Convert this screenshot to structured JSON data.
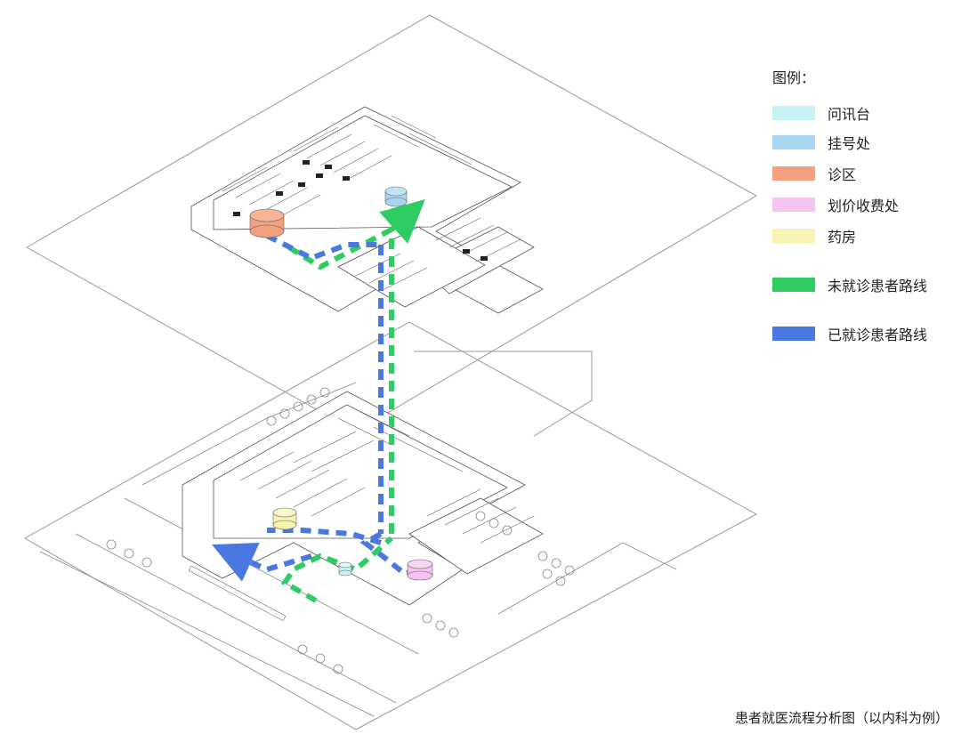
{
  "legend": {
    "title": "图例：",
    "items": [
      {
        "label": "问讯台",
        "color": "#c7f3f4"
      },
      {
        "label": "挂号处",
        "color": "#a9d5f2"
      },
      {
        "label": "诊区",
        "color": "#f2a07e"
      },
      {
        "label": "划价收费处",
        "color": "#f6c2ef"
      },
      {
        "label": "药房",
        "color": "#f8f4b0"
      },
      {
        "label": "未就诊患者路线",
        "color": "#2ecc62"
      },
      {
        "label": "已就诊患者路线",
        "color": "#4878e0"
      }
    ]
  },
  "caption": "患者就医流程分析图（以内科为例）"
}
